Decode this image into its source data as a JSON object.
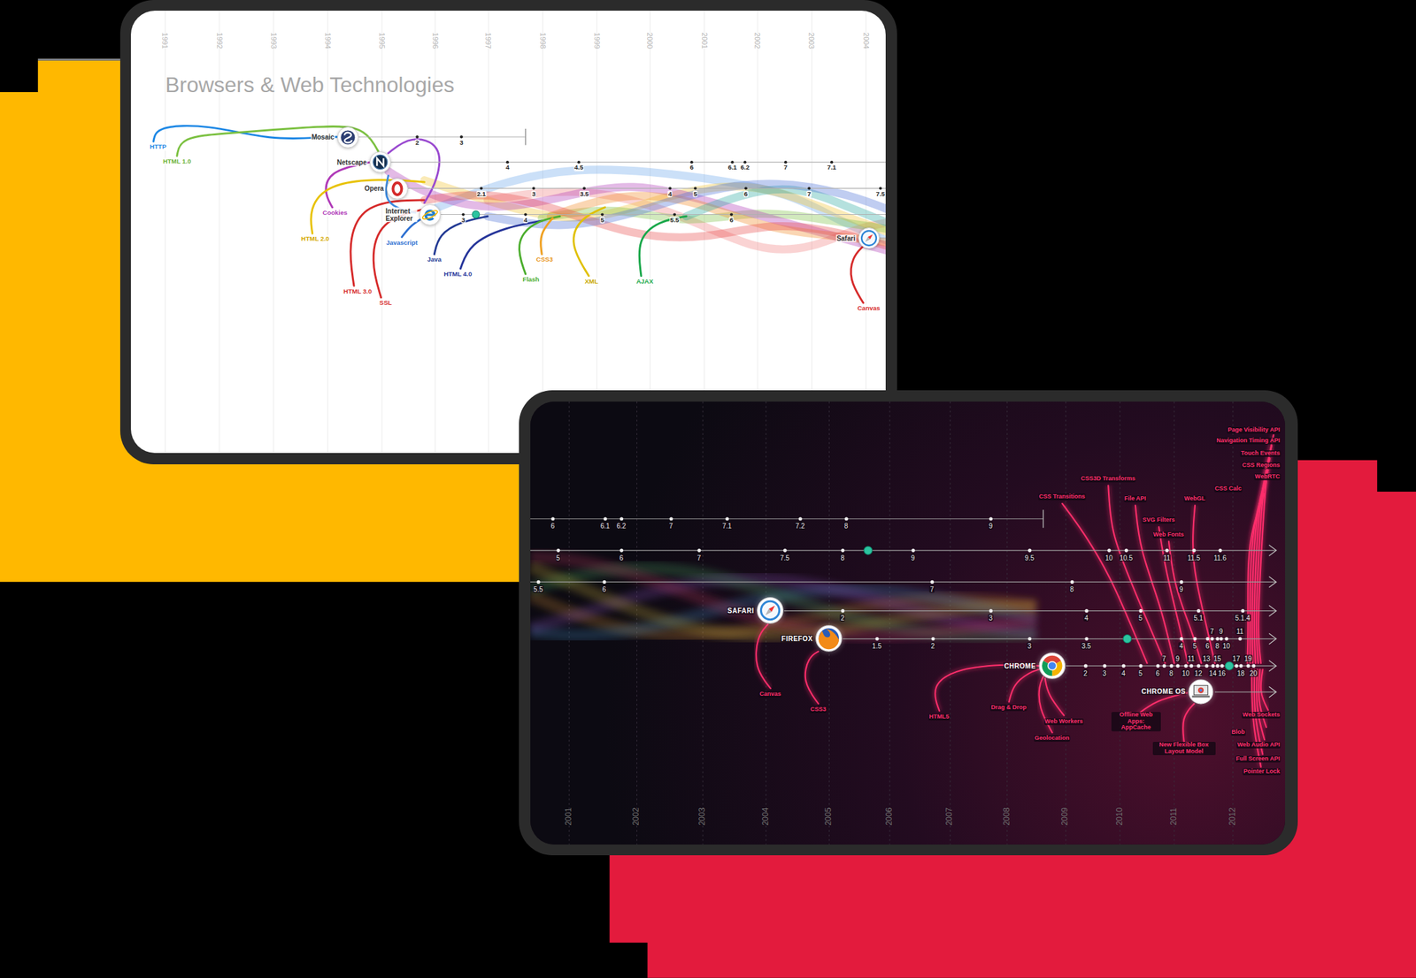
{
  "diagram": {
    "title": "Browsers & Web Technologies",
    "nodes": [
      {
        "text": [
          "Mosaic"
        ]
      },
      {
        "text": [
          "Netscape"
        ]
      },
      {
        "text": [
          "Opera"
        ]
      },
      {
        "text": [
          "Internet Explorer"
        ]
      },
      {
        "text": [
          "Safari"
        ]
      },
      {
        "text": [
          "SAFARI"
        ]
      },
      {
        "text": [
          "FIREFOX"
        ]
      },
      {
        "text": [
          "CHROME"
        ]
      },
      {
        "text": [
          "CHROME OS"
        ]
      }
    ],
    "labels": [
      "1991",
      "1992",
      "1993",
      "1994",
      "1995",
      "1996",
      "1997",
      "1998",
      "1999",
      "2000",
      "2001",
      "2002",
      "2003",
      "2004",
      "HTTP",
      "HTML 1.0",
      "Cookies",
      "HTML 2.0",
      "Javascript",
      "Java",
      "HTML 3.0",
      "SSL",
      "HTML 4.0",
      "Flash",
      "CSS3",
      "XML",
      "AJAX",
      "Canvas",
      "2",
      "3",
      "4",
      "4.5",
      "6",
      "6.1",
      "6.2",
      "7",
      "7.1",
      "2.1",
      "3",
      "3.5",
      "4",
      "5",
      "6",
      "7",
      "7.5",
      "3",
      "4",
      "5",
      "5.5",
      "6",
      "6",
      "6.1",
      "6.2",
      "7",
      "7.1",
      "7.2",
      "8",
      "9",
      "5",
      "6",
      "7",
      "7.5",
      "8",
      "9",
      "9.5",
      "10",
      "10.5",
      "11",
      "11.5",
      "11.6",
      "5.5",
      "6",
      "7",
      "8",
      "9",
      "2",
      "3",
      "4",
      "5",
      "5.1",
      "5.1.4",
      "1.5",
      "2",
      "3",
      "3.5",
      "4",
      "5",
      "6",
      "7",
      "8",
      "9",
      "10",
      "11",
      "2",
      "3",
      "4",
      "5",
      "6",
      "7",
      "8",
      "9",
      "10",
      "11",
      "12",
      "13",
      "14",
      "15",
      "16",
      "17",
      "18",
      "19",
      "20",
      "Canvas",
      "CSS3",
      "HTML5",
      "Drag & Drop",
      "Web Workers",
      "Geolocation",
      "CSS Transitions",
      "CSS3D Transforms",
      "File API",
      "SVG Filters",
      "Web Fonts",
      "WebGL",
      "Offline Web Apps: AppCache",
      "New Flexible Box Layout Model",
      "Page Visibility API",
      "Navigation Timing API",
      "Touch Events",
      "CSS Regions",
      "WebRTC",
      "CSS Calc",
      "Web Sockets",
      "Blob",
      "Web Audio API",
      "Full Screen API",
      "Pointer Lock",
      "2001",
      "2002",
      "2003",
      "2004",
      "2005",
      "2006",
      "2007",
      "2008",
      "2009",
      "2010",
      "2011",
      "2012"
    ]
  }
}
